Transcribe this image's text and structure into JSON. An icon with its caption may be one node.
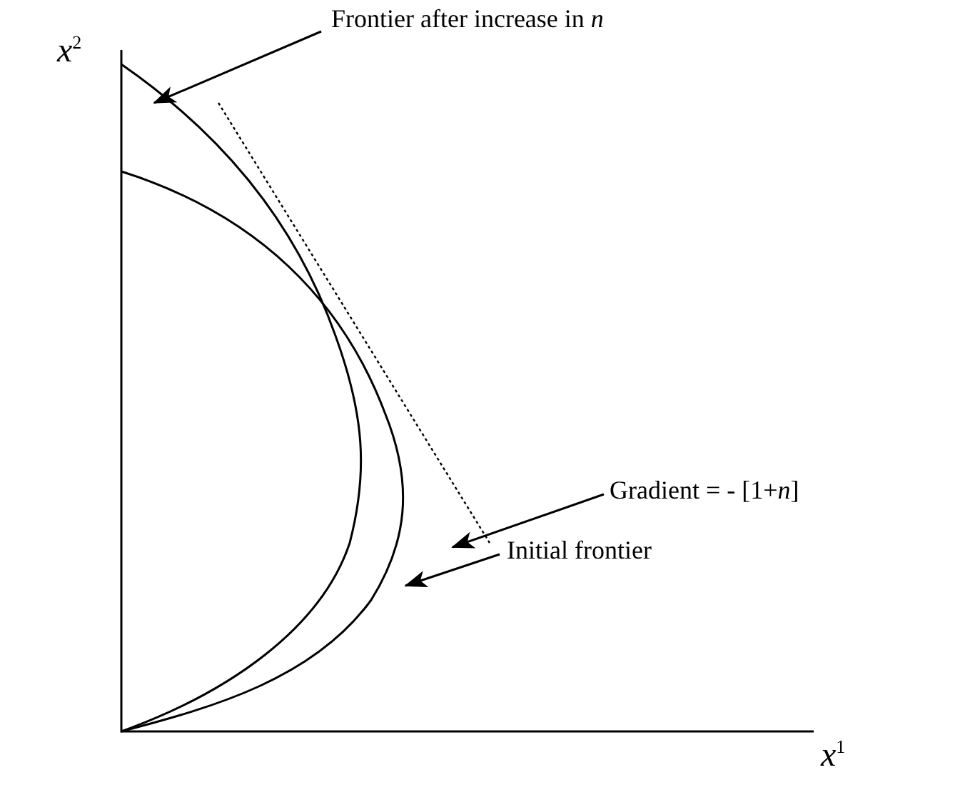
{
  "diagram": {
    "nodes": [
      {
        "text": [
          "Frontier after increase in *n*"
        ]
      },
      {
        "text": [],
        "shape": "curve"
      },
      {
        "text": [],
        "shape": "curve"
      },
      {
        "text": [],
        "shape": "line"
      },
      {
        "text": [
          "Gradient = - [1+*n*]"
        ]
      },
      {
        "text": [
          "Initial frontier"
        ]
      }
    ],
    "edges": [
      {
        "from": 0,
        "to": 1,
        "arrow": "to"
      },
      {
        "from": 4,
        "to": 3,
        "arrow": "to"
      },
      {
        "from": 5,
        "to": 2,
        "arrow": "to"
      }
    ],
    "labels": [
      "*x*$^{2}$",
      "*x*$^{1}$"
    ]
  }
}
